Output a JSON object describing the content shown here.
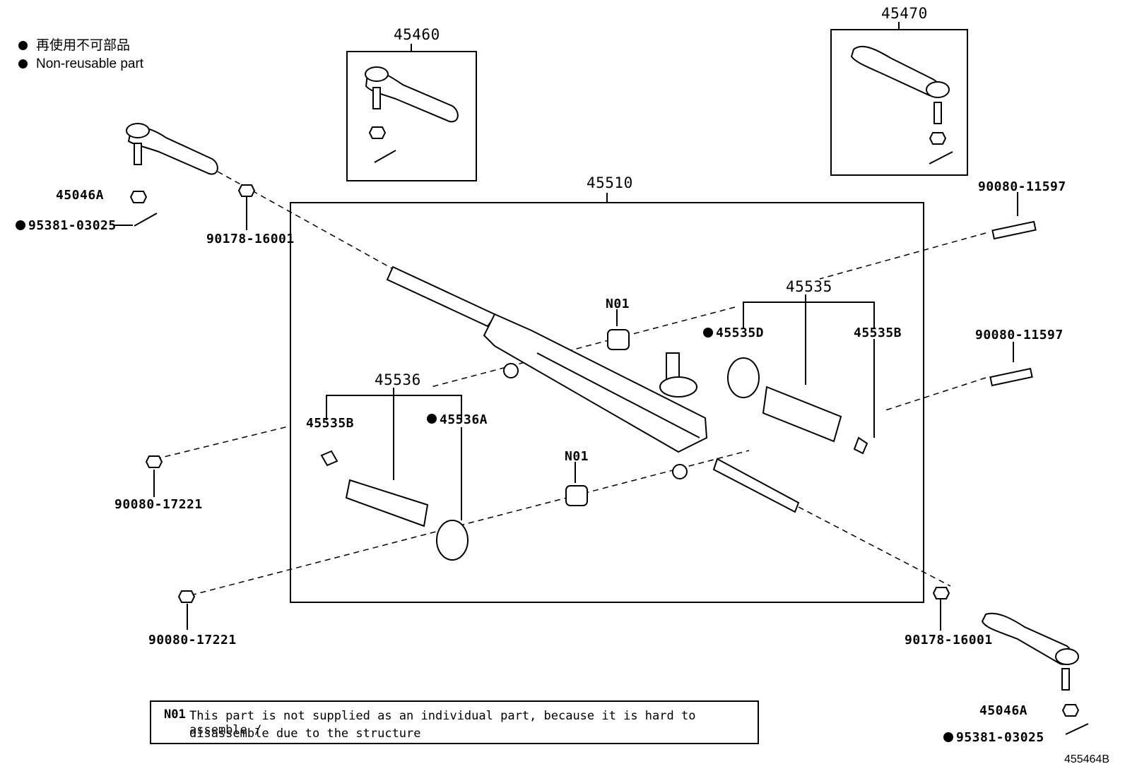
{
  "legend": {
    "jp": "再使用不可部品",
    "en": "Non-reusable part"
  },
  "labels": {
    "p45460": "45460",
    "p45470": "45470",
    "p45510": "45510",
    "p45535": "45535",
    "p45535D": "45535D",
    "p45535B_right": "45535B",
    "p45535B_left": "45535B",
    "p45536": "45536",
    "p45536A": "45536A",
    "n01_upper": "N01",
    "n01_lower": "N01",
    "p45046A_left": "45046A",
    "p45046A_right": "45046A",
    "p95381_left": "95381-03025",
    "p95381_right": "95381-03025",
    "p90178_left": "90178-16001",
    "p90178_right": "90178-16001",
    "p90080_11597_top": "90080-11597",
    "p90080_11597_mid": "90080-11597",
    "p90080_17221_upper": "90080-17221",
    "p90080_17221_lower": "90080-17221"
  },
  "note": {
    "code": "N01",
    "line1": "This part is not supplied as an individual part, because it is hard to assemble /",
    "line2": "disassemble due to the structure"
  },
  "figure_id": "455464B"
}
